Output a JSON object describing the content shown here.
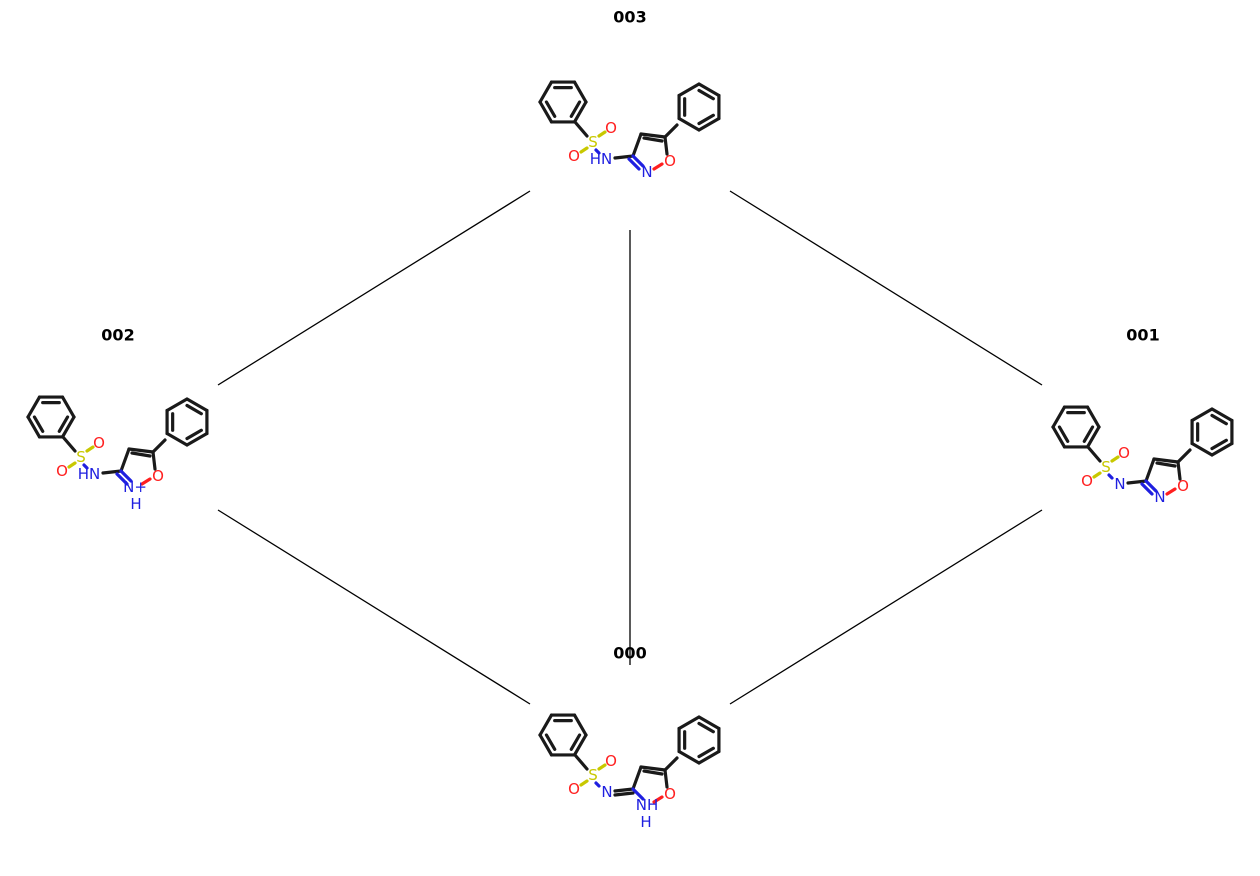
{
  "nodes": [
    {
      "id": "003",
      "label": "003",
      "form": "nh-exo"
    },
    {
      "id": "002",
      "label": "002",
      "form": "nh-ring-nhplus"
    },
    {
      "id": "001",
      "label": "001",
      "form": "n-anion"
    },
    {
      "id": "000",
      "label": "000",
      "form": "imine-nh-ring"
    }
  ],
  "edges": [
    {
      "from": "003",
      "to": "002"
    },
    {
      "from": "003",
      "to": "001"
    },
    {
      "from": "003",
      "to": "000"
    },
    {
      "from": "002",
      "to": "000"
    },
    {
      "from": "001",
      "to": "000"
    }
  ],
  "atoms": {
    "S": "S",
    "O": "O",
    "N": "N",
    "HN": "HN",
    "NH": "NH",
    "H": "H",
    "N+": "N+"
  },
  "colors": {
    "carbon": "#1a1a1a",
    "nitrogen": "#1f1fe0",
    "oxygen": "#ff1f1f",
    "sulfur": "#c8c800"
  }
}
